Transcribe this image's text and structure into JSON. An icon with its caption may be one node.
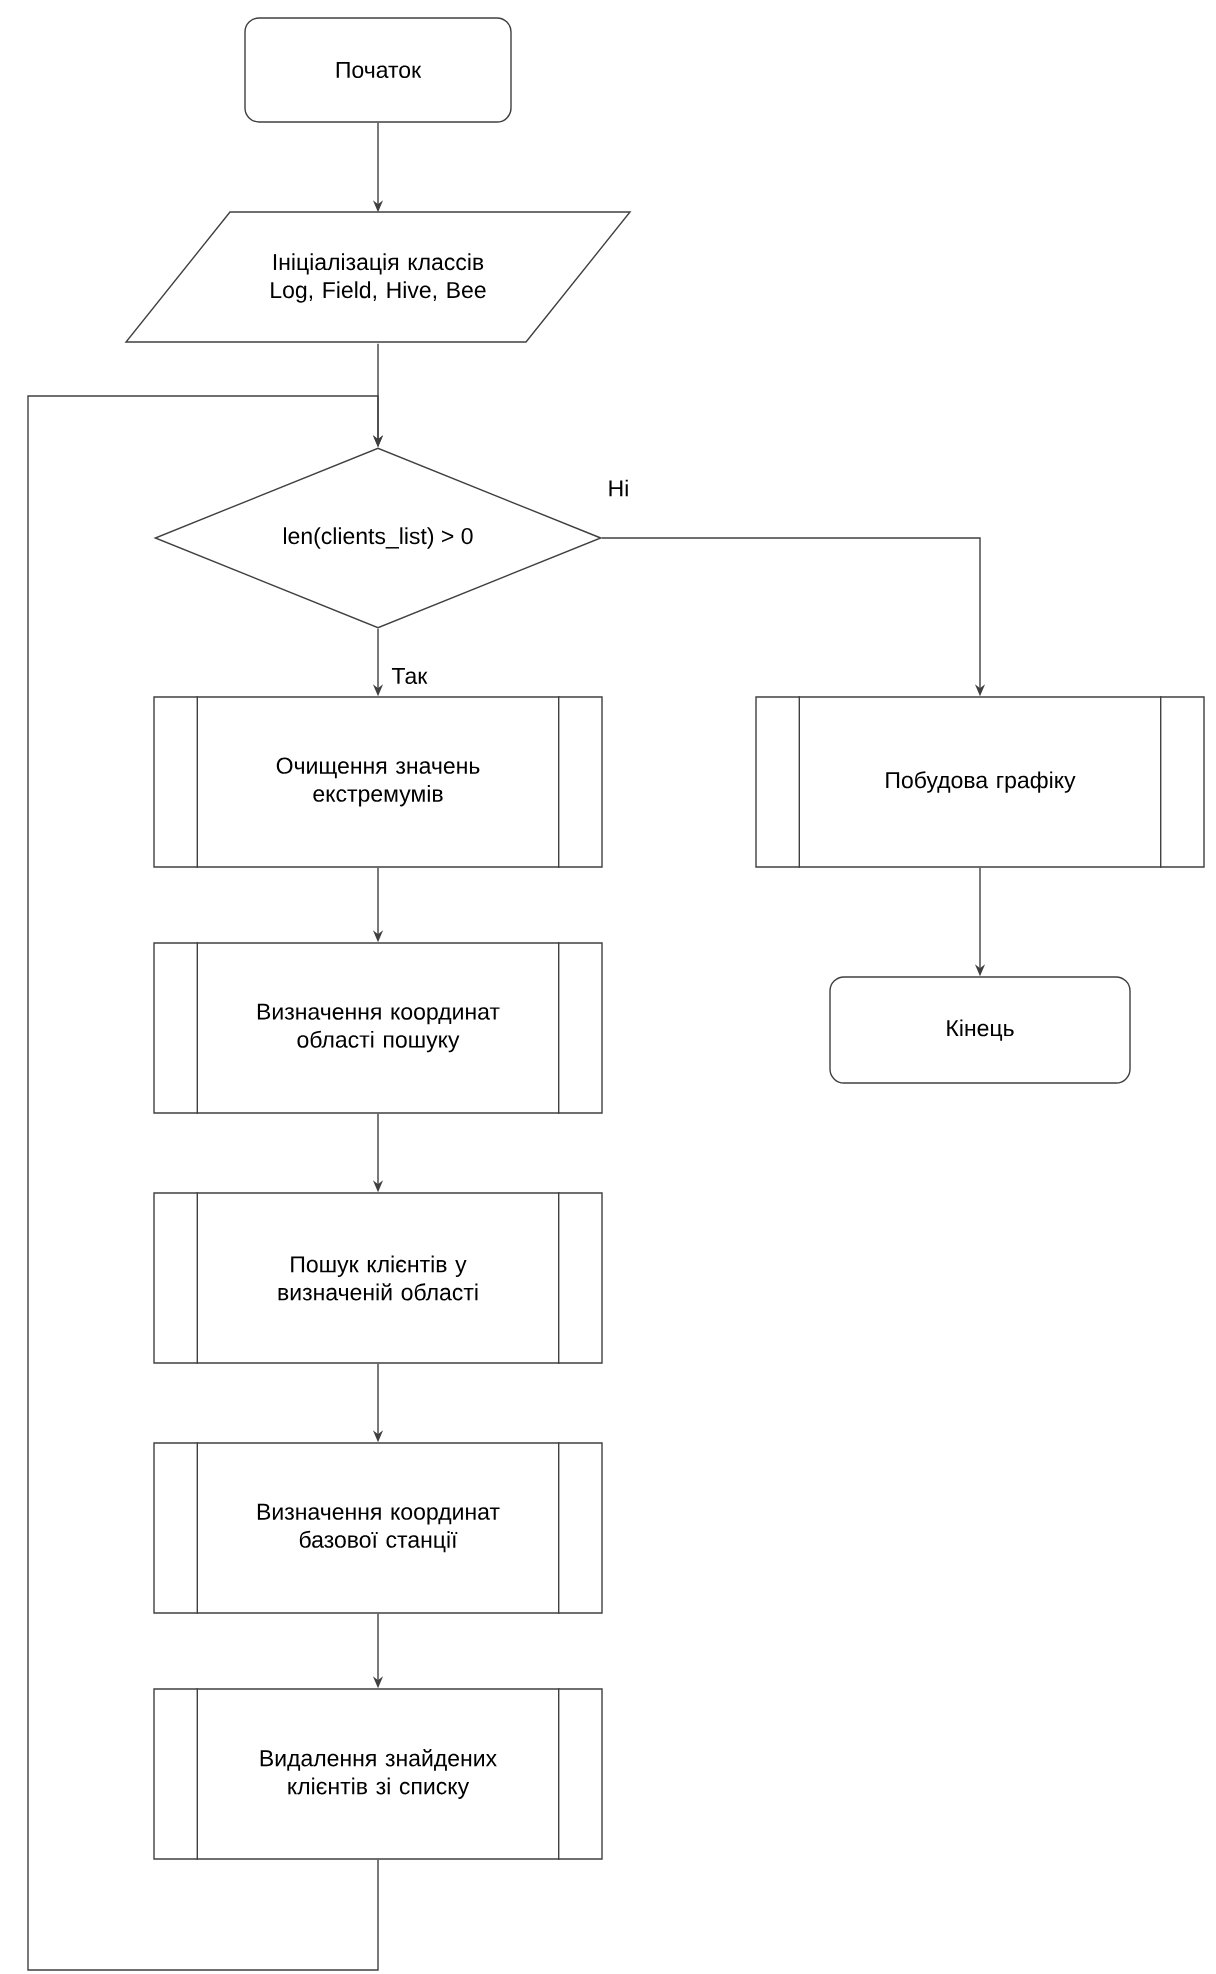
{
  "diagram": {
    "nodes": [
      {
        "text": [
          "Початок"
        ]
      },
      {
        "text": [
          "Ініціалізація классів Log, Field, Hive, Bee"
        ]
      },
      {
        "text": [
          "len(clients_list) > 0"
        ]
      },
      {
        "text": [
          "Очищення значень екстремумів"
        ]
      },
      {
        "text": [
          "Визначення координат області пошуку"
        ]
      },
      {
        "text": [
          "Пошук клієнтів у визначеній області"
        ]
      },
      {
        "text": [
          "Визначення координат базової станції"
        ]
      },
      {
        "text": [
          "Видалення знайдених клієнтів зі списку"
        ]
      },
      {
        "text": [
          "Побудова графіку"
        ]
      },
      {
        "text": [
          "Кінець"
        ]
      }
    ],
    "edges": [
      {
        "from": 0,
        "to": 1,
        "arrow": "to"
      },
      {
        "from": 1,
        "to": 2,
        "arrow": "to"
      },
      {
        "from": 2,
        "to": 3,
        "arrow": "to",
        "label": "Так"
      },
      {
        "from": 2,
        "to": 8,
        "arrow": "to",
        "label": "Ні"
      },
      {
        "from": 3,
        "to": 4,
        "arrow": "to"
      },
      {
        "from": 4,
        "to": 5,
        "arrow": "to"
      },
      {
        "from": 5,
        "to": 6,
        "arrow": "to"
      },
      {
        "from": 6,
        "to": 7,
        "arrow": "to"
      },
      {
        "from": 7,
        "to": 2,
        "arrow": "to"
      },
      {
        "from": 8,
        "to": 9,
        "arrow": "to"
      }
    ]
  }
}
